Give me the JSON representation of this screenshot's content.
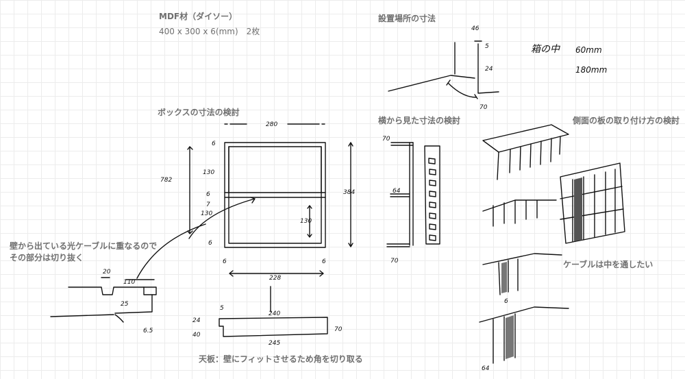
{
  "material": {
    "title": "MDF材（ダイソー）",
    "spec": "400 x 300 x 6(mm)　2枚"
  },
  "labels": {
    "install": "設置場所の寸法",
    "box": "ボックスの寸法の検討",
    "side": "横から見た寸法の検討",
    "mount": "側面の板の取り付け方の検討",
    "cable_note_1": "壁から出ている光ケーブルに重なるので",
    "cable_note_2": "その部分は切り抜く",
    "cable_pass": "ケーブルは中を通したい",
    "top_plate": "天板：壁にフィットさせるため角を切り取る"
  },
  "handwriting": {
    "box_top": "280",
    "box_bottom": "228",
    "box_left_a": "6",
    "box_left_b": "782",
    "box_left_c": "130",
    "box_left_d": "6",
    "box_left_e": "7",
    "box_left_f": "130",
    "box_left_g": "6",
    "box_right": "384",
    "box_inner": "130",
    "box_corner_l": "6",
    "box_corner_r": "6",
    "plate_top": "240",
    "plate_bottom": "245",
    "plate_left": "24",
    "plate_left2": "40",
    "plate_right": "70",
    "plate_mark": "5",
    "cut_a": "20",
    "cut_b": "110",
    "cut_c": "25",
    "cut_d": "6.5",
    "side_top": "70",
    "side_mid": "64",
    "side_bottom": "70",
    "install_a": "46",
    "install_b": "5",
    "install_c": "24",
    "install_d": "70",
    "install_note1": "箱の中",
    "install_note2": "60mm",
    "install_note3": "180mm",
    "mount_a": "6",
    "mount_b": "64"
  }
}
